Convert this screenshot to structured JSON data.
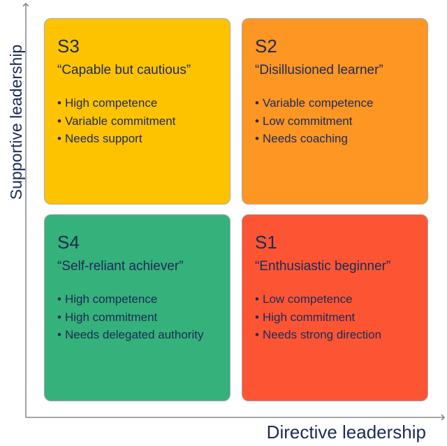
{
  "axes": {
    "x_label": "Directive leadership",
    "y_label": "Supportive leadership"
  },
  "quadrants": [
    {
      "id": "s3",
      "code": "S3",
      "title": "“Capable but cautious”",
      "color": "#fec300",
      "bullets": [
        "High competence",
        "Variable commitment",
        "Needs support"
      ]
    },
    {
      "id": "s2",
      "code": "S2",
      "title": "“Disillusioned learner”",
      "color": "#fd9623",
      "bullets": [
        "Variable competence",
        "Low commitment",
        "Needs coaching"
      ]
    },
    {
      "id": "s4",
      "code": "S4",
      "title": "“Self-reliant achiever”",
      "color": "#35b17b",
      "bullets": [
        "High competence",
        "High commitment",
        "Needs delegated authority"
      ]
    },
    {
      "id": "s1",
      "code": "S1",
      "title": "“Enthusiastic beginner”",
      "color": "#fd5534",
      "bullets": [
        "Low competence",
        "High commitment",
        "Needs strong direction"
      ]
    }
  ],
  "bullet_glyph": "•",
  "axis_color": "#8a8a8a"
}
